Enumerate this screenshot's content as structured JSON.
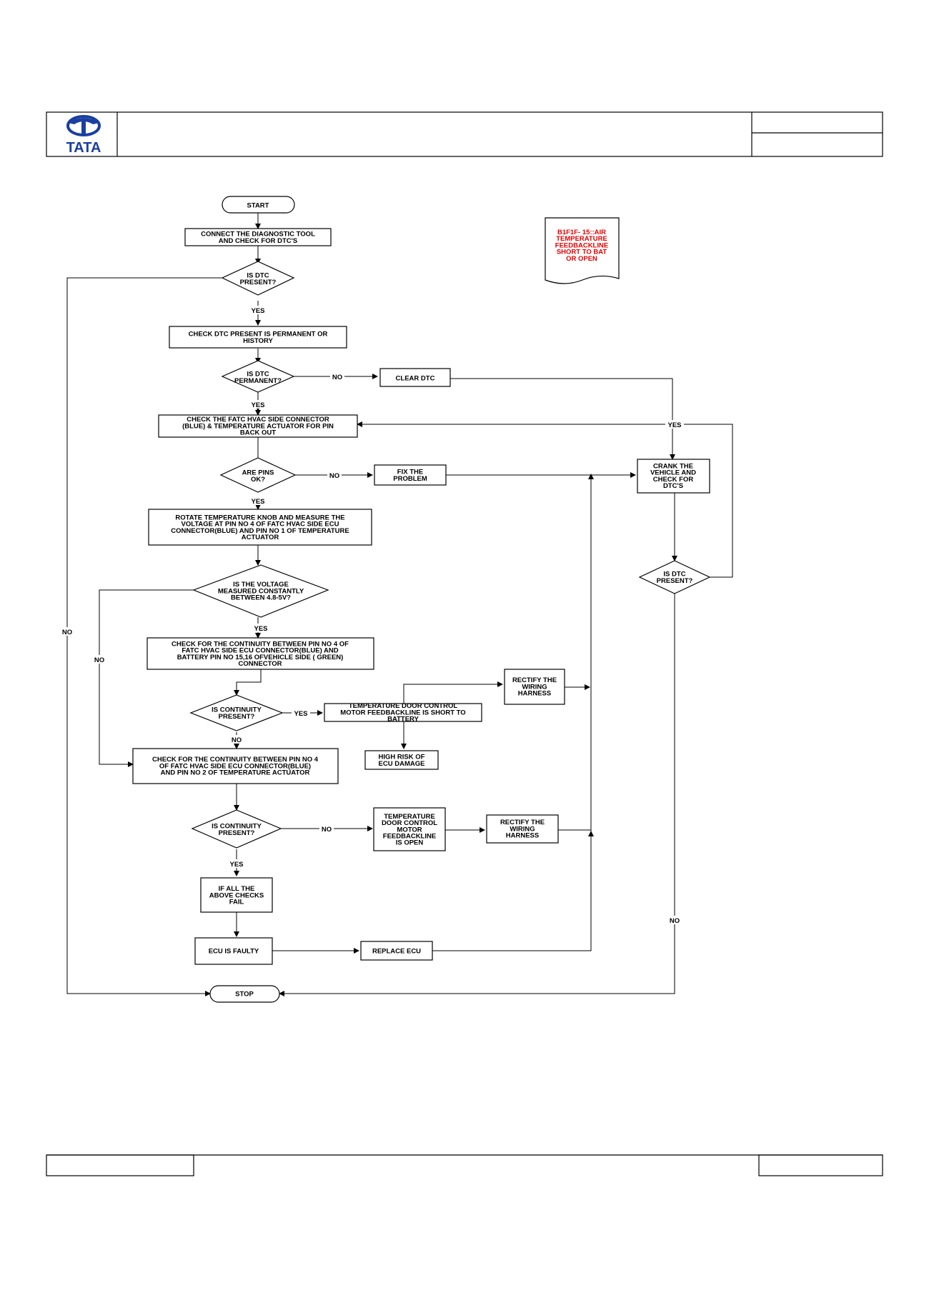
{
  "header": {
    "logo_text": "TATA",
    "title": "",
    "ref_top": "",
    "ref_bottom": ""
  },
  "footer": {
    "left": "",
    "center": "",
    "right": ""
  },
  "note": {
    "lines": [
      "B1F1F- 15::AIR",
      "TEMPERATURE",
      "FEEDBACKLINE",
      "SHORT TO BAT",
      "OR OPEN"
    ],
    "color": "#e00000"
  },
  "nodes": {
    "start": [
      "START"
    ],
    "connect_tool": [
      "CONNECT THE DIAGNOSTIC TOOL",
      "AND CHECK FOR  DTC'S"
    ],
    "dtc_present_1": [
      "IS  DTC",
      "PRESENT?"
    ],
    "check_permanent": [
      "CHECK DTC  PRESENT IS PERMANENT OR",
      "HISTORY"
    ],
    "dtc_permanent": [
      "IS  DTC",
      "PERMANENT?"
    ],
    "clear_dtc": [
      "CLEAR DTC"
    ],
    "check_connector": [
      "CHECK THE FATC HVAC SIDE CONNECTOR",
      "(BLUE) & TEMPERATURE ACTUATOR FOR PIN",
      "BACK OUT"
    ],
    "pins_ok": [
      "ARE PINS",
      "OK?"
    ],
    "fix_problem": [
      "FIX THE",
      "PROBLEM"
    ],
    "crank_vehicle": [
      "CRANK THE",
      "VEHICLE AND",
      "CHECK FOR",
      "DTC'S"
    ],
    "rotate_knob": [
      "ROTATE TEMPERATURE KNOB AND MEASURE THE",
      "VOLTAGE AT PIN NO 4 OF FATC HVAC SIDE ECU",
      "CONNECTOR(BLUE) AND PIN NO 1 OF TEMPERATURE",
      "ACTUATOR"
    ],
    "dtc_present_2": [
      "IS  DTC",
      "PRESENT?"
    ],
    "voltage_check": [
      "IS  THE VOLTAGE",
      "MEASURED CONSTANTLY",
      "BETWEEN 4.8-5V?"
    ],
    "continuity_battery": [
      "CHECK FOR THE CONTINUITY BETWEEN PIN NO 4 OF",
      "FATC HVAC SIDE ECU CONNECTOR(BLUE) AND",
      "BATTERY PIN NO 15,16 OFVEHICLE SIDE ( GREEN)",
      "CONNECTOR"
    ],
    "rectify_1": [
      "RECTIFY THE",
      "WIRING",
      "HARNESS"
    ],
    "continuity_present_1": [
      "IS CONTINUITY",
      "PRESENT?"
    ],
    "short_to_battery": [
      "TEMPERATURE DOOR CONTROL",
      "MOTOR FEEDBACKLINE IS SHORT TO",
      "BATTERY"
    ],
    "ecu_damage": [
      "HIGH RISK OF",
      "ECU DAMAGE"
    ],
    "continuity_actuator": [
      "CHECK FOR THE CONTINUITY BETWEEN PIN NO 4",
      "OF  FATC HVAC SIDE ECU CONNECTOR(BLUE)",
      "AND PIN NO 2 OF TEMPERATURE ACTUATOR"
    ],
    "continuity_present_2": [
      "IS CONTINUITY",
      "PRESENT?"
    ],
    "feedback_open": [
      "TEMPERATURE",
      "DOOR CONTROL",
      "MOTOR",
      "FEEDBACKLINE",
      "IS OPEN"
    ],
    "rectify_2": [
      "RECTIFY THE",
      "WIRING",
      "HARNESS"
    ],
    "all_checks_fail": [
      "IF ALL THE",
      "ABOVE CHECKS",
      "FAIL"
    ],
    "ecu_faulty": [
      "ECU IS FAULTY"
    ],
    "replace_ecu": [
      "REPLACE ECU"
    ],
    "stop": [
      "STOP"
    ]
  },
  "edge_labels": {
    "yes_1": "YES",
    "yes_2": "YES",
    "yes_3": "YES",
    "yes_4": "YES",
    "yes_5": "YES",
    "yes_6": "YES",
    "yes_loop": "YES",
    "no_permanent": "NO",
    "no_pins": "NO",
    "no_outer": "NO",
    "no_voltage": "NO",
    "no_continuity_1": "NO",
    "no_continuity_2": "NO",
    "no_dtc_final": "NO"
  }
}
